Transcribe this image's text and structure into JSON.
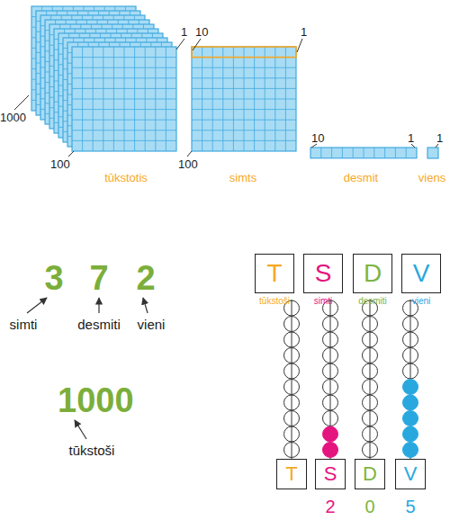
{
  "diagram": {
    "nodes": [
      {
        "text": [
          "T",
          "tūkstoši"
        ]
      },
      {
        "text": [
          "S",
          "simti"
        ]
      },
      {
        "text": [
          "D",
          "desmiti"
        ]
      },
      {
        "text": [
          "V",
          "vieni"
        ]
      },
      {
        "text": [
          "T"
        ]
      },
      {
        "text": [
          "S"
        ]
      },
      {
        "text": [
          "D"
        ]
      },
      {
        "text": [
          "V"
        ]
      }
    ],
    "labels": [
      "1",
      "10",
      "1",
      "1000",
      "10",
      "1",
      "1",
      "100",
      "tūkstotis",
      "100",
      "simts",
      "desmit",
      "viens",
      "3",
      "7",
      "2",
      "simti",
      "desmiti",
      "vieni",
      "1000",
      "tūkstoši",
      "2",
      "0",
      "5"
    ]
  }
}
